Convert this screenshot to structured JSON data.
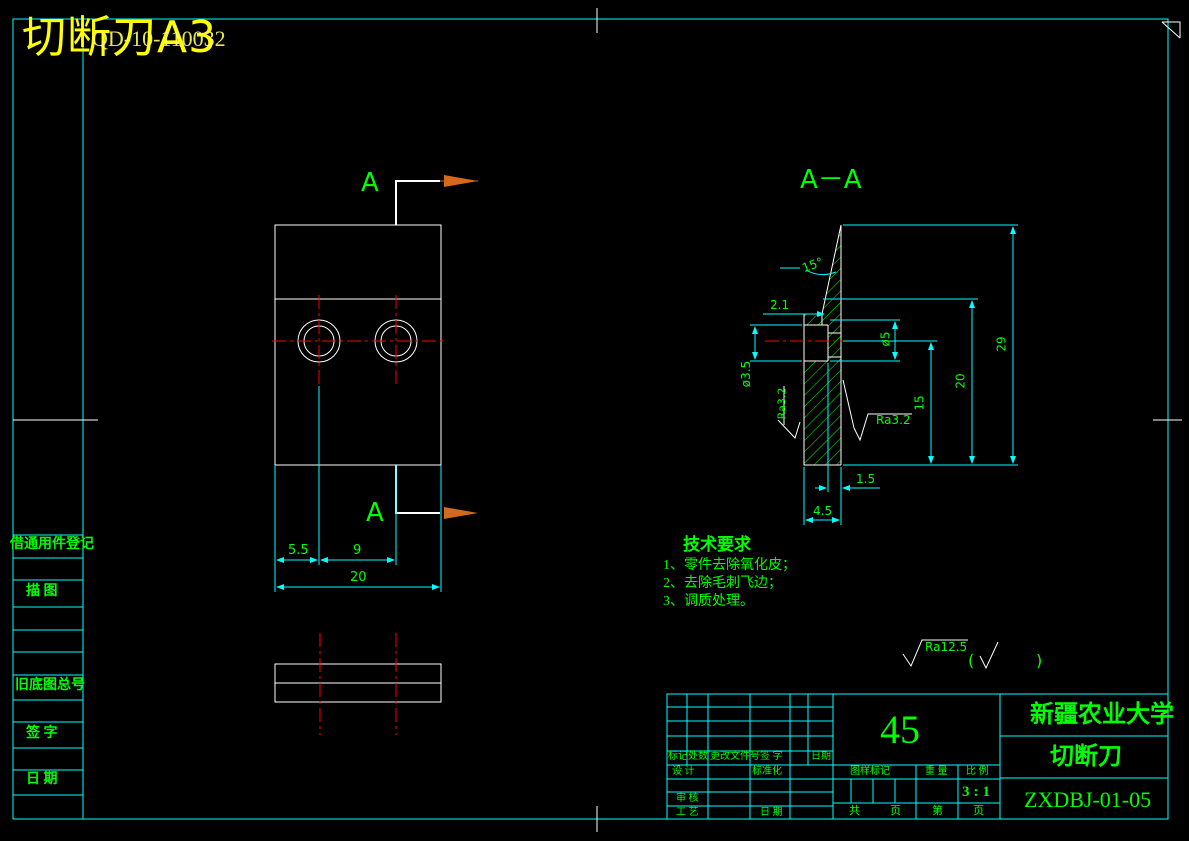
{
  "sheet": {
    "title": "切断刀A3",
    "title_code": "QD-10-110032"
  },
  "views": {
    "section_label_top": "A",
    "section_label_bottom": "A",
    "section_view_title": "A－A"
  },
  "dimensions": {
    "front_left": "5.5",
    "front_mid": "9",
    "front_total": "20",
    "angle": "15°",
    "hole_offset": "2.1",
    "hole_small_dia": "ø3.5",
    "hole_big_dia": "ø5",
    "height_total": "29",
    "height_20": "20",
    "height_15": "15",
    "step": "1.5",
    "thickness": "4.5",
    "roughness_left": "Ra3.2",
    "roughness_right": "Ra3.2",
    "roughness_general": "Ra12.5"
  },
  "tech_requirements": {
    "title": "技术要求",
    "items": [
      "1、零件去除氧化皮；",
      "2、去除毛刺飞边；",
      "3、调质处理。"
    ]
  },
  "general_roughness": {
    "open": "(",
    "close": ")"
  },
  "side_panel": {
    "items": [
      "借通用件登记",
      "描 图",
      "旧底图总号",
      "签 字",
      "日 期"
    ]
  },
  "title_block": {
    "material": "45",
    "school": "新疆农业大学",
    "part_name": "切断刀",
    "drawing_number": "ZXDBJ-01-05",
    "scale": "3:1",
    "change_headers": [
      "标记",
      "处数",
      "更改文件号",
      "签 字",
      "日期"
    ],
    "design_row": [
      "设 计",
      "标准化"
    ],
    "review_label": "审 核",
    "process_label": "工 艺",
    "date_label": "日 期",
    "stage_headers": [
      "图样标记",
      "重 量",
      "比 例"
    ],
    "sheet_labels": [
      "共",
      "页",
      "第",
      "页"
    ]
  },
  "colors": {
    "frame": "#00ffff",
    "part_lines": "#ffffff",
    "centerline": "#ff0000",
    "dimension": "#00ffff",
    "text": "#00ff00",
    "title": "#ffff00",
    "arrow": "#d2691e"
  }
}
